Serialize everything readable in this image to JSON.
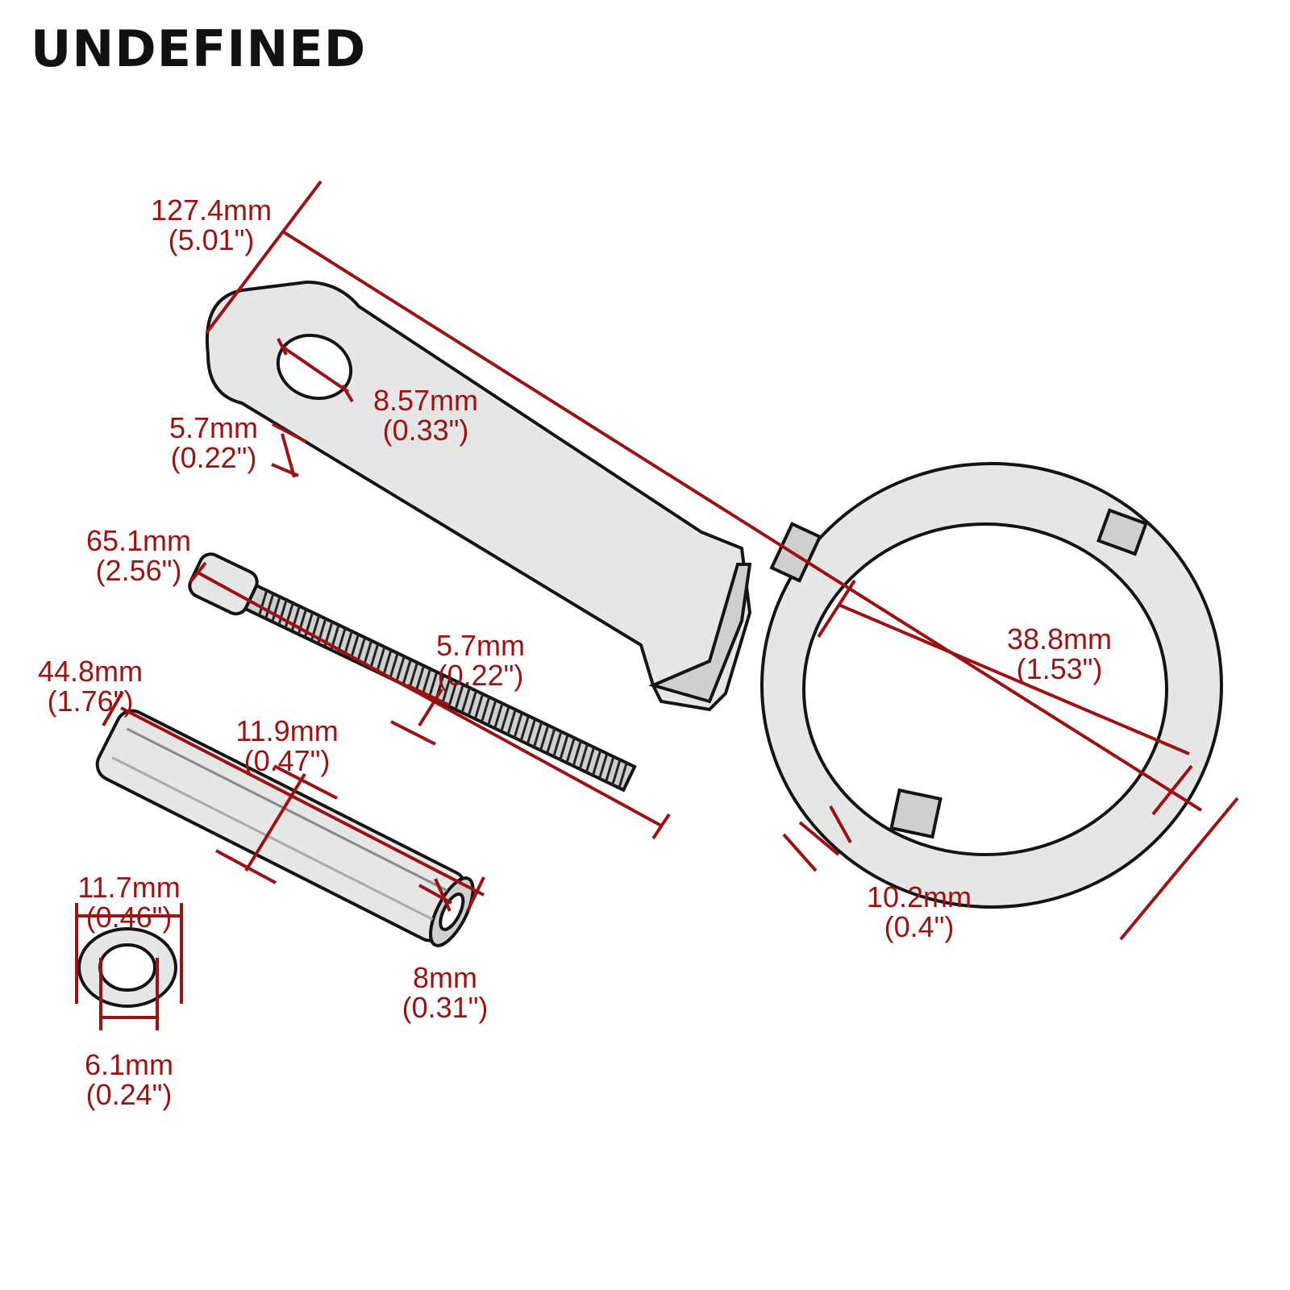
{
  "brand": "UNDEFINED",
  "colors": {
    "dimension": "#9b1212",
    "outline": "#141414",
    "metal": "#e6e6e6"
  },
  "dimensions": {
    "bracket_length": {
      "mm": "127.4mm",
      "inch": "(5.01\")"
    },
    "hole_diameter": {
      "mm": "8.57mm",
      "inch": "(0.33\")"
    },
    "bracket_thickness": {
      "mm": "5.7mm",
      "inch": "(0.22\")"
    },
    "bolt_length": {
      "mm": "65.1mm",
      "inch": "(2.56\")"
    },
    "bolt_diameter": {
      "mm": "5.7mm",
      "inch": "(0.22\")"
    },
    "ring_diameter": {
      "mm": "38.8mm",
      "inch": "(1.53\")"
    },
    "ring_width": {
      "mm": "10.2mm",
      "inch": "(0.4\")"
    },
    "spacer_length": {
      "mm": "44.8mm",
      "inch": "(1.76\")"
    },
    "spacer_diameter": {
      "mm": "11.9mm",
      "inch": "(0.47\")"
    },
    "spacer_bore": {
      "mm": "8mm",
      "inch": "(0.31\")"
    },
    "washer_outer": {
      "mm": "11.7mm",
      "inch": "(0.46\")"
    },
    "washer_inner": {
      "mm": "6.1mm",
      "inch": "(0.24\")"
    }
  }
}
